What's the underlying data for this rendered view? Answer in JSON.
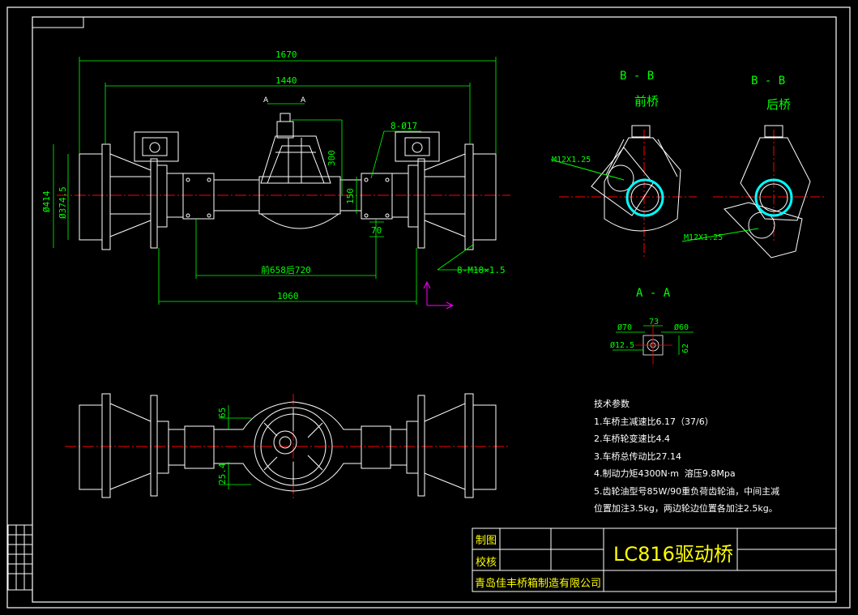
{
  "drawing": {
    "dimensions_top": {
      "overall": "1670",
      "track": "1440",
      "axle_a": "A",
      "axle_a2": "A",
      "holes": "8-Ø17",
      "height_300": "300",
      "dia_414": "Ø414",
      "dia_3745": "Ø374.5",
      "d150": "150",
      "d70": "70",
      "front_rear": "前658后720",
      "bolts": "8-M18×1.5",
      "spring": "1060"
    },
    "section_bb_front": {
      "title": "B - B",
      "subtitle": "前桥",
      "thread": "M12X1.25"
    },
    "section_bb_rear": {
      "title": "B - B",
      "subtitle": "后桥",
      "thread": "M12X1.25"
    },
    "section_aa": {
      "title": "A - A",
      "d70": "Ø70",
      "d73": "73",
      "d60": "Ø60",
      "d125": "Ø12.5",
      "d62": "62"
    },
    "dimensions_bottom": {
      "d65": "65",
      "d254": "25.4"
    }
  },
  "tech_notes": {
    "heading": "技术参数",
    "lines": [
      "1.车桥主减速比6.17（37/6）",
      "2.车桥轮变速比4.4",
      "3.车桥总传动比27.14",
      "4.制动力矩4300N·m  溶压9.8Mpa",
      "5.齿轮油型号85W/90重负荷齿轮油，中间主减",
      "位置加注3.5kg，两边轮边位置各加注2.5kg。"
    ]
  },
  "title_block": {
    "drawn_label": "制图",
    "checked_label": "校核",
    "drawing_title": "LC816驱动桥",
    "company": "青岛佳丰桥箱制造有限公司"
  },
  "colors": {
    "background": "#000000",
    "frame": "#ffffff",
    "dimension": "#00ff00",
    "centerline": "#ff0000",
    "title": "#ffff00",
    "ucs": "#ff00ff",
    "hub": "#00ffff"
  }
}
